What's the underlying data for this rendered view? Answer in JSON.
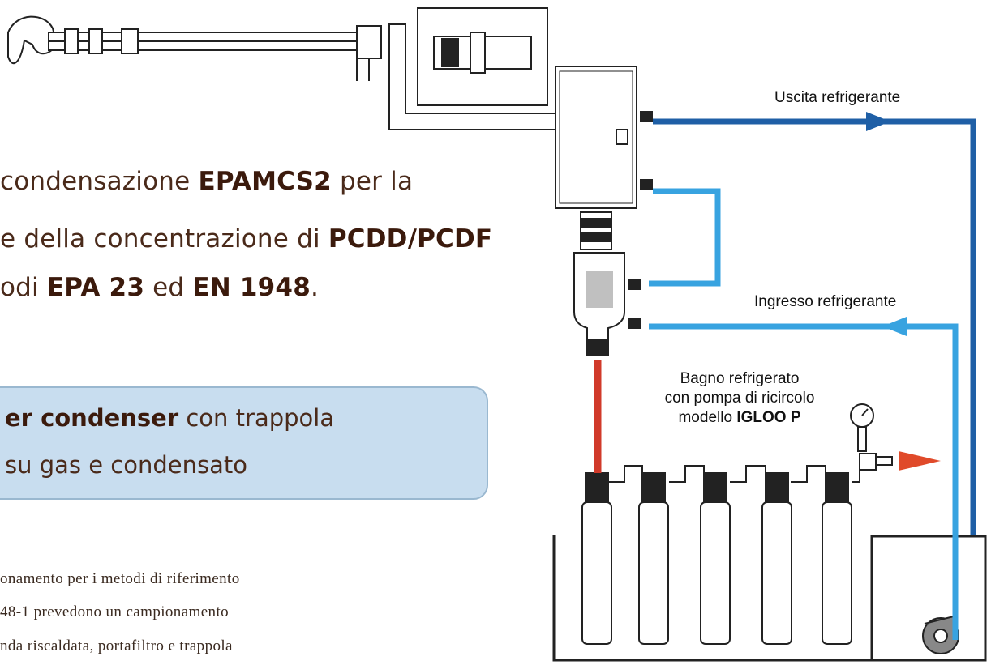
{
  "heading": {
    "line1": {
      "pre": "condensazione ",
      "b1": "EPAMCS2",
      "post": " per la"
    },
    "line2": {
      "pre": "e della concentrazione di ",
      "b1": "PCDD/PCDF"
    },
    "line3": {
      "pre": "odi ",
      "b1": "EPA 23",
      "mid": " ed ",
      "b2": "EN 1948",
      "post": "."
    }
  },
  "callout": {
    "line1_bold": "er condenser",
    "line1_rest": " con trappola",
    "line2": "su gas e condensato"
  },
  "body": {
    "lines": [
      "onamento per i metodi di riferimento",
      "48-1 prevedono un campionamento",
      "nda riscaldata, portafiltro e trappola"
    ]
  },
  "diagram": {
    "outlet_label": "Uscita refrigerante",
    "inlet_label": "Ingresso refrigerante",
    "bath_line1": "Bagno refrigerato",
    "bath_line2": "con pompa di ricircolo",
    "bath_line3_pre": "modello ",
    "bath_line3_bold": "IGLOO P",
    "colors": {
      "outlet_pipe": "#1f5fa6",
      "inlet_pipe": "#38a3e0",
      "condensate_line": "#d13a2a",
      "exhaust_arrow": "#e04a2a",
      "callout_bg": "#c8ddef"
    }
  }
}
